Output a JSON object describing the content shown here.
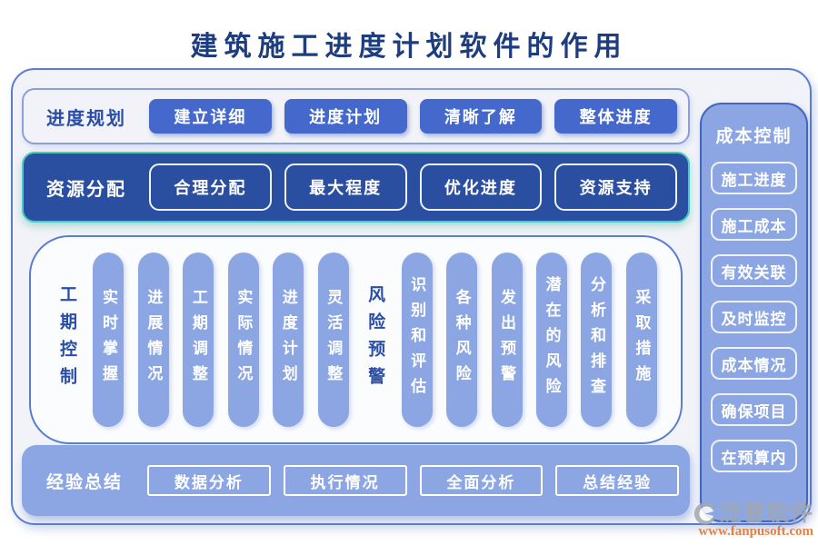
{
  "title": "建筑施工进度计划软件的作用",
  "planning": {
    "label": "进度规划",
    "items": [
      "建立详细",
      "进度计划",
      "清晰了解",
      "整体进度"
    ]
  },
  "resource": {
    "label": "资源分配",
    "items": [
      "合理分配",
      "最大程度",
      "优化进度",
      "资源支持"
    ]
  },
  "duration": {
    "label": "工期控制",
    "pills": [
      "实时掌握",
      "进展情况",
      "工期调整",
      "实际情况",
      "进度计划",
      "灵活调整"
    ]
  },
  "risk": {
    "label": "风险预警",
    "pills": [
      "识别和评估",
      "各种风险",
      "发出预警",
      "潜在的风险",
      "分析和排查",
      "采取措施"
    ]
  },
  "experience": {
    "label": "经验总结",
    "items": [
      "数据分析",
      "执行情况",
      "全面分析",
      "总结经验"
    ]
  },
  "sidebar": {
    "header": "成本控制",
    "items": [
      "施工进度",
      "施工成本",
      "有效关联",
      "及时监控",
      "成本情况",
      "确保项目",
      "在预算内"
    ]
  },
  "logo": {
    "name": "泛普软件",
    "url": "www.fanpusoft.com"
  },
  "colors": {
    "title_navy": "#1d3d7e",
    "primary_blue": "#4468cb",
    "dark_blue_panel": "#2b4fa0",
    "teal_border": "#49ccc0",
    "periwinkle": "#8ba6e3",
    "outer_border": "#5b7dd1",
    "logo_grey": "#a3a8b0",
    "logo_orange": "#dd7733"
  }
}
